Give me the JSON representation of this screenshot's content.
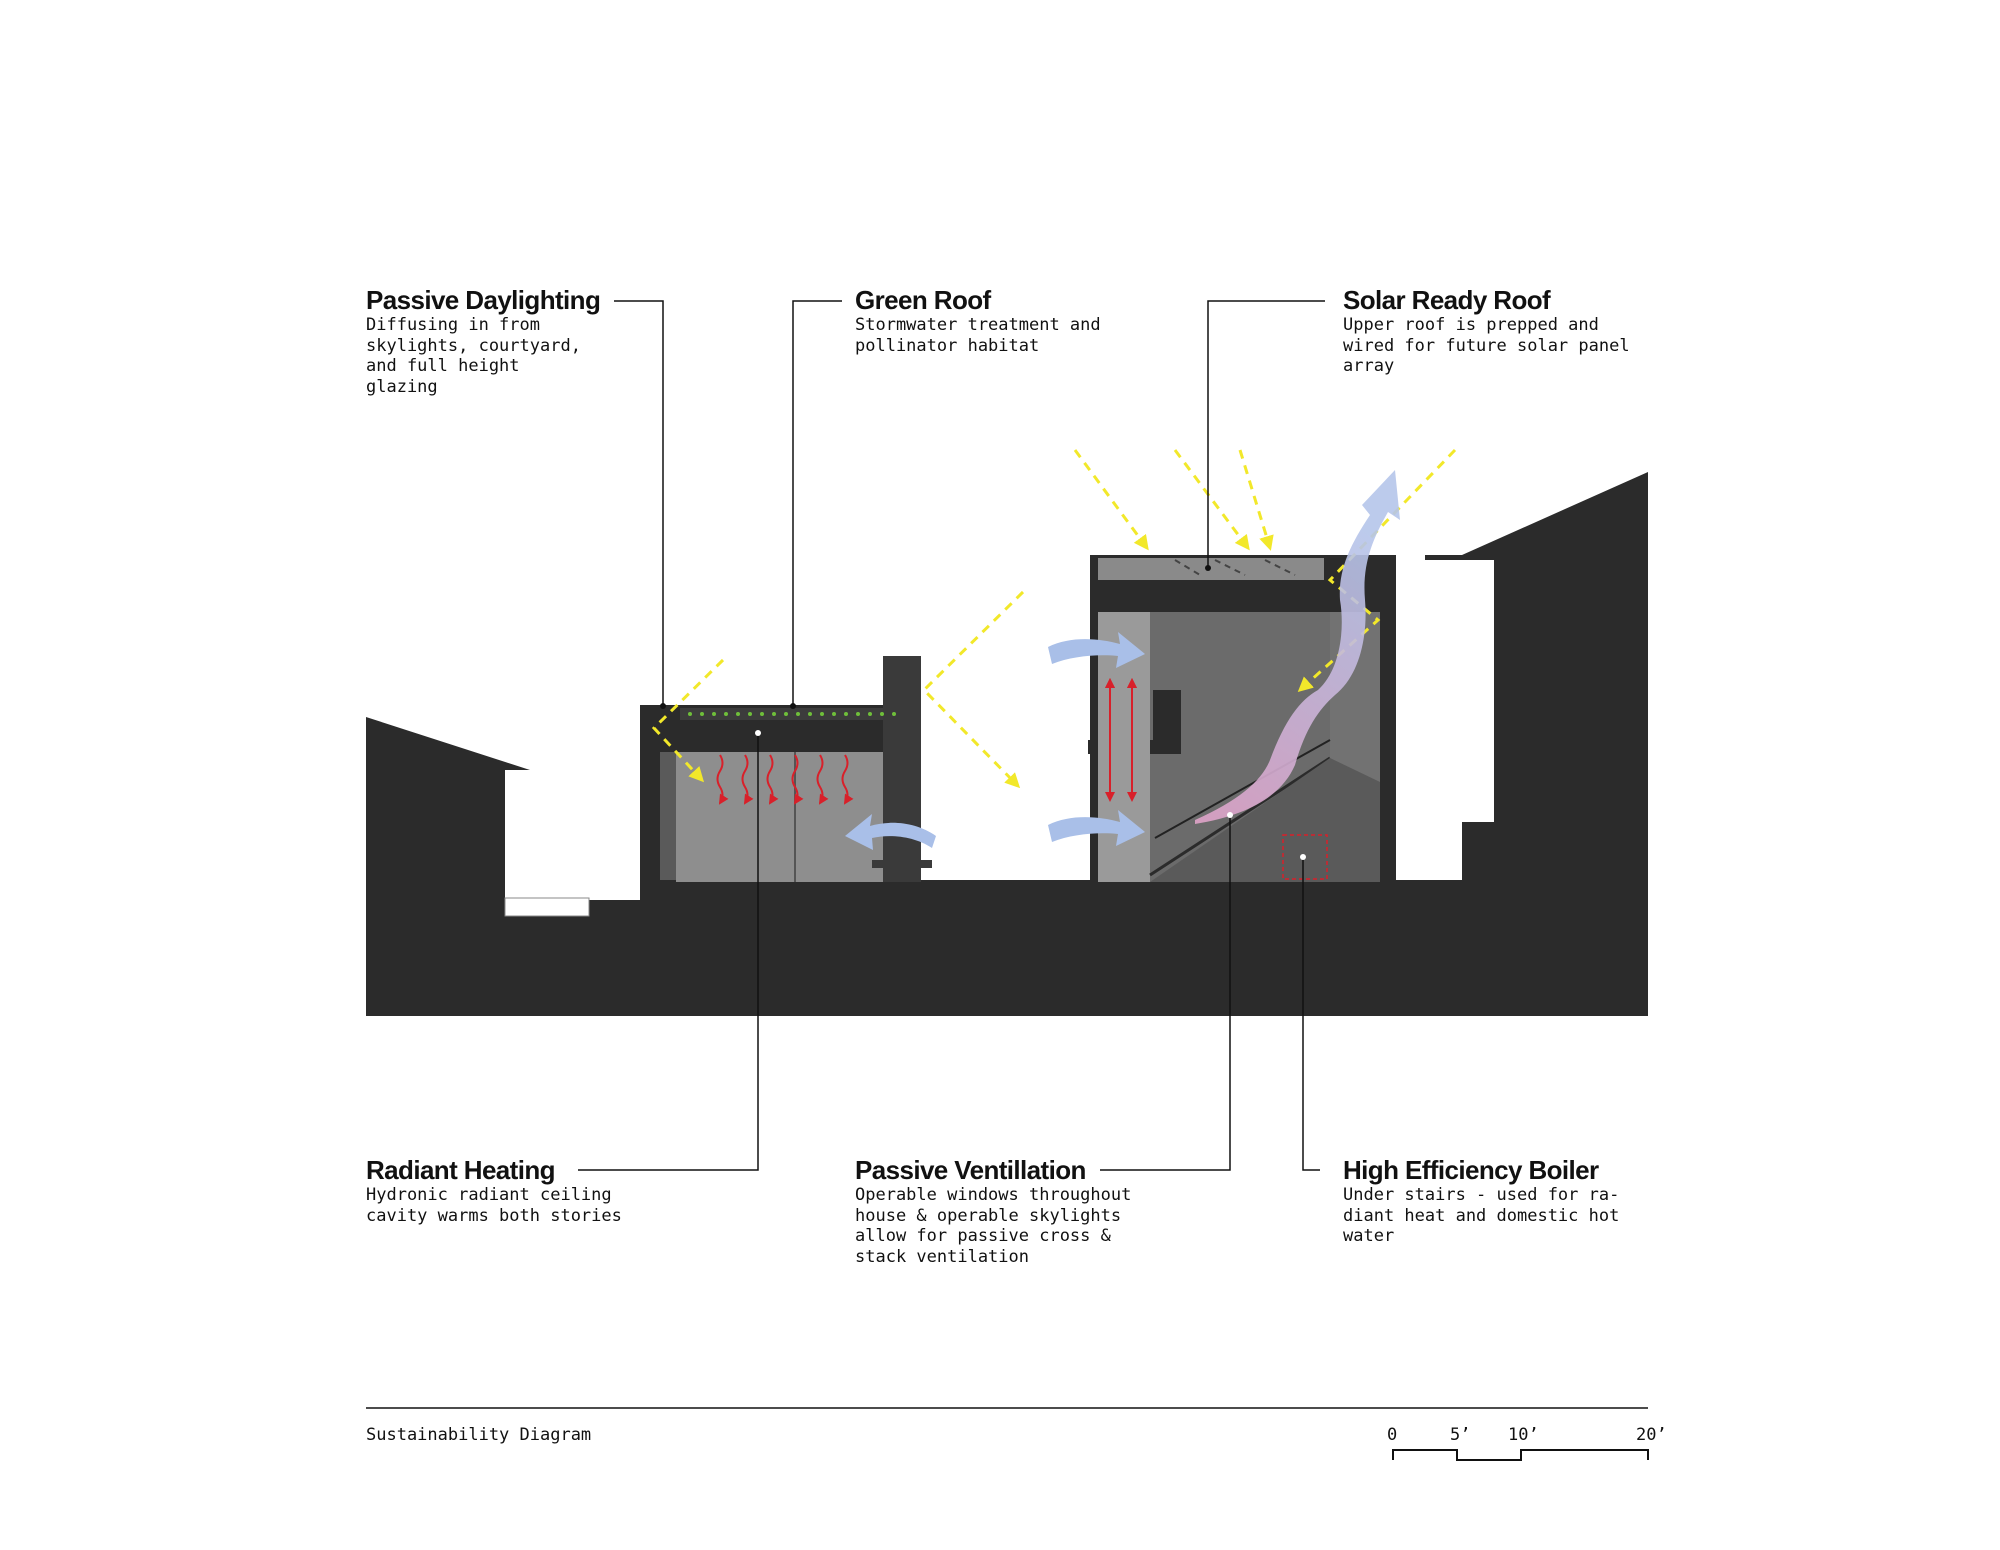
{
  "callouts": {
    "passive_daylighting": {
      "title": "Passive Daylighting",
      "text": "Diffusing in from\nskylights, courtyard,\nand full height\nglazing"
    },
    "green_roof": {
      "title": "Green Roof",
      "text": "Stormwater treatment and\npollinator habitat"
    },
    "solar_ready_roof": {
      "title": "Solar Ready Roof",
      "text": "Upper roof is prepped and\nwired for future solar panel\narray"
    },
    "radiant_heating": {
      "title": "Radiant Heating",
      "text": "Hydronic radiant ceiling\ncavity warms both stories"
    },
    "passive_ventilation": {
      "title": "Passive Ventillation",
      "text": "Operable windows throughout\nhouse & operable skylights\nallow for passive cross &\nstack ventilation"
    },
    "high_efficiency_boiler": {
      "title": "High Efficiency Boiler",
      "text": "Under stairs - used for ra-\ndiant heat and domestic hot\nwater"
    }
  },
  "footer": {
    "title": "Sustainability Diagram",
    "scale_labels": [
      "0",
      "5’",
      "10’",
      "20’"
    ]
  },
  "colors": {
    "ground": "#2b2b2b",
    "interior": "#8a8a8a",
    "sun_rays": "#f2e82a",
    "air_flow": "#a9bfe8",
    "stack_flow": "#d8a6c8",
    "heat": "#d8202a",
    "green_roof": "#6fbf3a",
    "leader_lines": "#111111"
  },
  "icons": {
    "sun": "dashed-arrow",
    "air": "block-arrow",
    "heat": "wavy-arrow"
  }
}
